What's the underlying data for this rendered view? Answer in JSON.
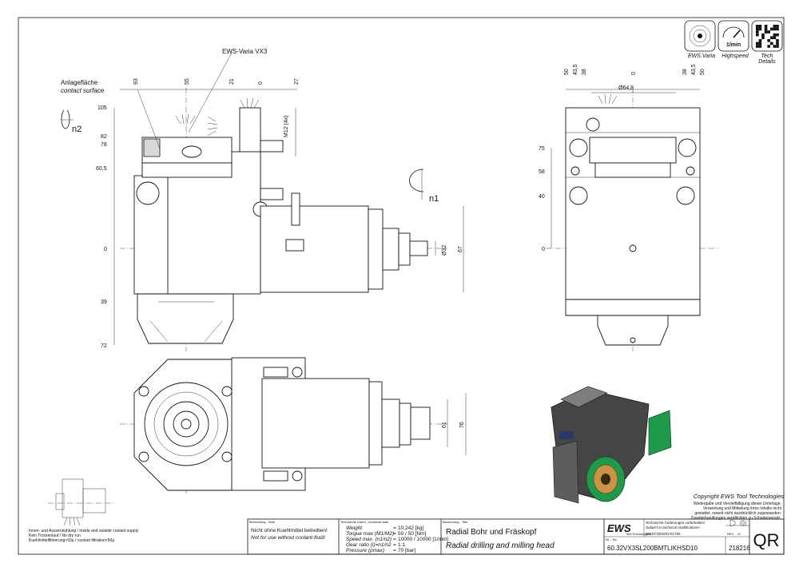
{
  "header_icons": [
    {
      "icon": "ews-varia-icon",
      "label": "EWS.Varia"
    },
    {
      "icon": "speedometer-icon",
      "sub": "1/min",
      "label": "Highspeed"
    },
    {
      "icon": "qr-code-icon",
      "label": "Tech Details"
    }
  ],
  "drawing": {
    "product_label": "EWS-Varia VX3",
    "contact_surface_de": "Anlagefläche",
    "contact_surface_en": "contact surface",
    "n1": "n1",
    "n2": "n2",
    "thread_label": "M12 (4x)",
    "side_view": {
      "top_dims": [
        "93",
        "55",
        "21",
        "0",
        "27"
      ],
      "left_dims": [
        "105",
        "82",
        "78",
        "60,5",
        "0",
        "39",
        "72"
      ],
      "right_dims": [
        "67",
        "Ø32"
      ]
    },
    "end_view": {
      "top_dims": [
        "50",
        "43,5",
        "38",
        "0",
        "38",
        "43,5",
        "50"
      ],
      "diameter": "Ø64,8",
      "left_dims": [
        "75",
        "58",
        "40",
        "0"
      ]
    },
    "top_view": {
      "right_dims": [
        "61",
        "76"
      ]
    }
  },
  "coolant_notes": [
    "Innen- und Aussenkühlung / Inside and outside coolant supply",
    "Kein Trockenlauf / No dry run",
    "Kuehlmittelfiltrierung<50µ / coolant filtration<50µ"
  ],
  "copyright": {
    "title": "Copyright EWS Tool Technologies",
    "lines": [
      "Weitergabe und Vervielfältigung dieser Unterlage,",
      "Verwertung und Mitteilung ihres Inhalts nicht",
      "gestattet, soweit nicht ausdrücklich zugestanden.",
      "Zuwiderhandlungen verpflichten zu Schadenersatz."
    ]
  },
  "title_block": {
    "remark_header": "Bemerkung - Note",
    "remark_de": "Nicht ohne Kuehlmittel betreiben!",
    "remark_en": "Not for use without coolant-fluid!",
    "tech_header": "Technische Daten - technical data",
    "specs": [
      {
        "label": "Weight",
        "sep": "=",
        "value": "10,242 [kg]"
      },
      {
        "label": "Torque max (M1/M2)",
        "sep": "=",
        "value": "50 / 50 [Nm]"
      },
      {
        "label": "Speed max. (n1/n2)",
        "sep": "=",
        "value": "10000 / 10000 [1/min]"
      },
      {
        "label": "Gear ratio (i)=n1/n2",
        "sep": "=",
        "value": "1:1"
      },
      {
        "label": "Pressure (pmax)",
        "sep": "=",
        "value": "70 [bar]"
      }
    ],
    "name_header": "Benennung - Title",
    "title_de": "Radial Bohr und Fräskopf",
    "title_en": "Radial drilling and milling head",
    "company_logo": "EWS",
    "company_sub": "Tool Technologies",
    "notice_de": "Technische Änderungen vorbehalten!",
    "notice_en": "Subject to technical modifications!",
    "ident_label": "IDENT",
    "ident_value": "DEWSVX1766",
    "part_header": "Nr. - No.",
    "part_number": "60.32VX3SL200BMTLIKHSD10",
    "sheet_number": "218216",
    "rev_label": "REV.",
    "rev_value": "-/0",
    "qr": "QR"
  }
}
